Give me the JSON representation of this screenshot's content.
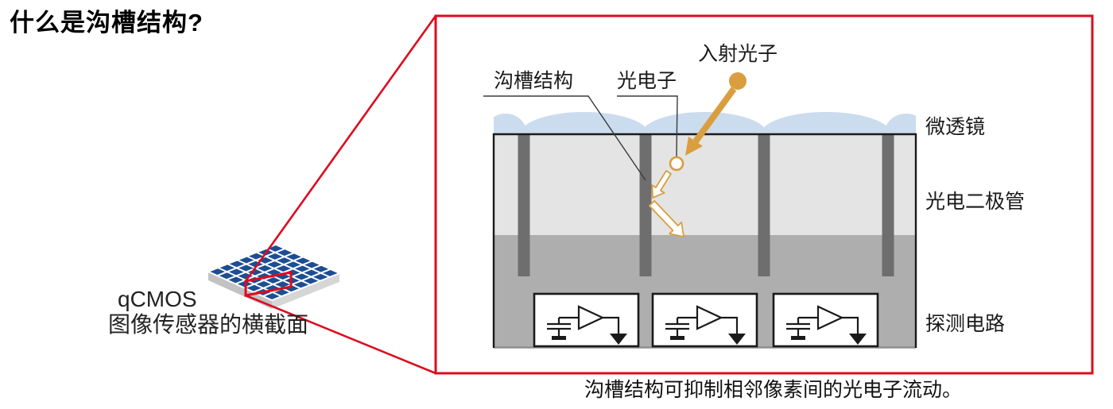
{
  "page": {
    "title": "什么是沟槽结构?"
  },
  "chip": {
    "caption_line1": "qCMOS",
    "caption_line2": "图像传感器的横截面"
  },
  "callout": {
    "trench_label": "沟槽结构",
    "photoelectron_label": "光电子",
    "incident_photon_label": "入射光子",
    "microlens_label": "微透镜",
    "photodiode_label": "光电二极管",
    "detection_circuit_label": "探测电路"
  },
  "caption": "沟槽结构可抑制相邻像素间的光电子流动。",
  "icons": {
    "incident_photon": "orange-dot-with-thick-arrow",
    "photoelectron": "white-circle-orange-ring",
    "deflection": "white-outline-arrows",
    "detector_circuit": "capacitor-amplifier-ground-symbol"
  },
  "colors": {
    "accent_red": "#dd0b1e",
    "photon_orange": "#d99e3e",
    "lens_blue": "#cbdcef",
    "photodiode_gray": "#e4e4e4",
    "substrate_gray": "#aeaeae",
    "trench_gray": "#6e6e6e",
    "chip_blue": "#1d4d92",
    "line_dark": "#1a1a1a"
  }
}
